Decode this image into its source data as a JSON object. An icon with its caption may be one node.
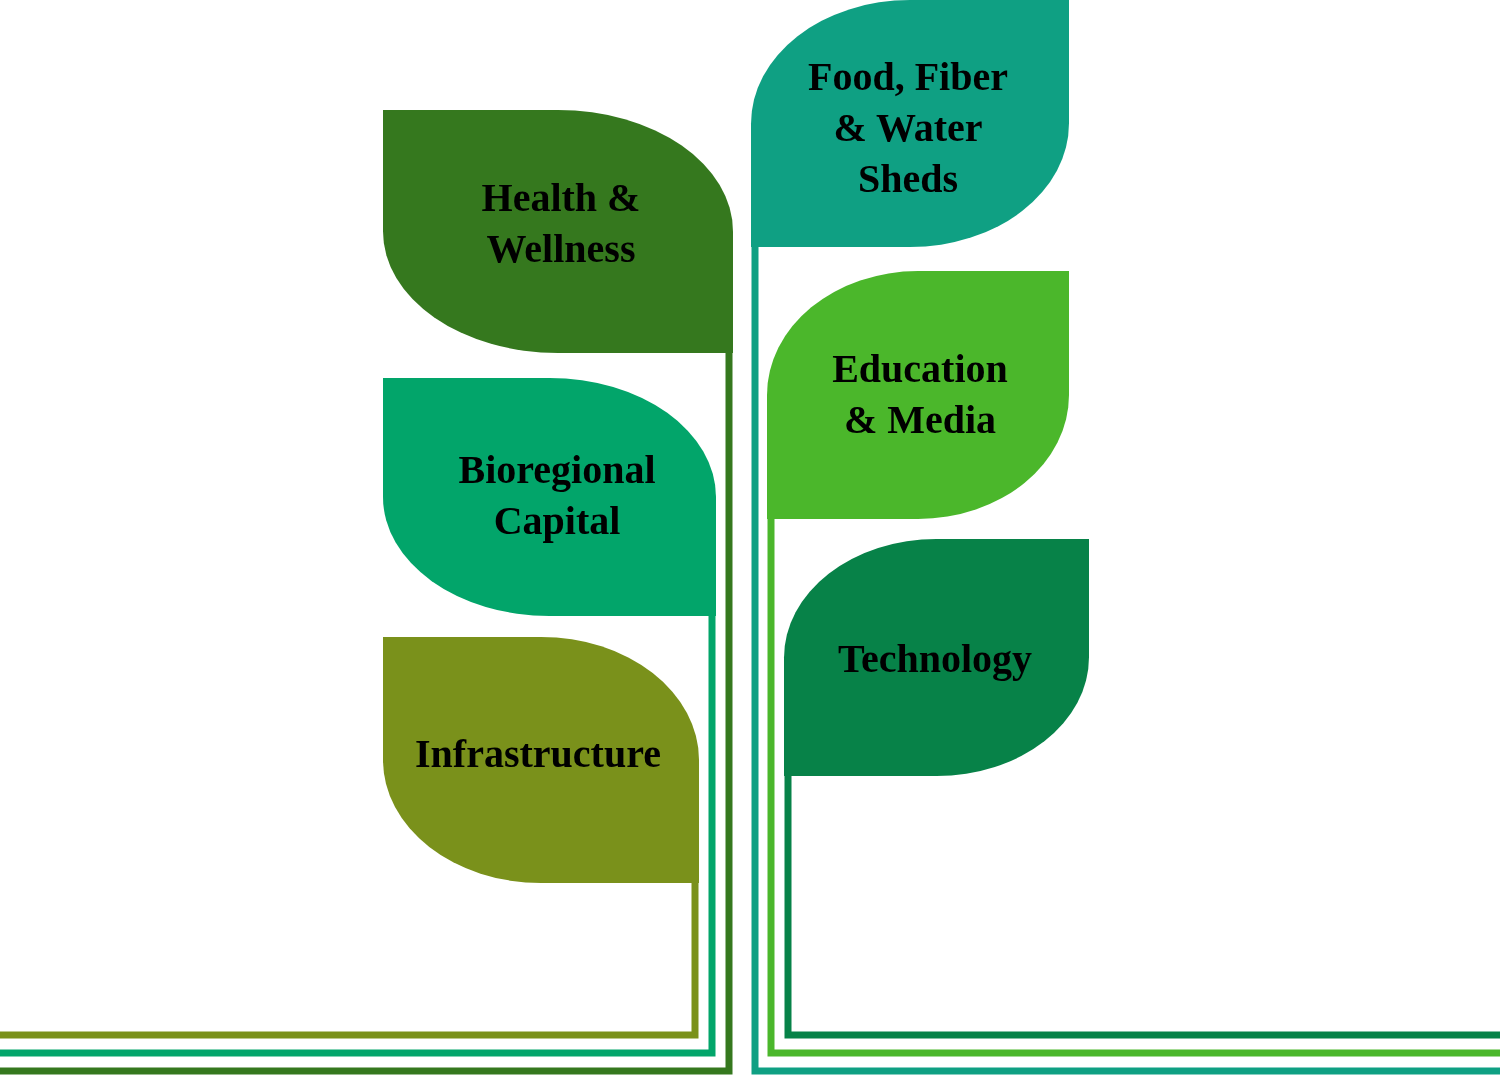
{
  "diagram": {
    "nodes": [
      {
        "text": [
          "Health & Wellness"
        ]
      },
      {
        "text": [
          "Bioregional Capital"
        ]
      },
      {
        "text": [
          "Infrastructure"
        ]
      },
      {
        "text": [
          "Food, Fiber & Water Sheds"
        ]
      },
      {
        "text": [
          "Education & Media"
        ]
      },
      {
        "text": [
          "Technology"
        ]
      }
    ],
    "edges": [
      {
        "from": 0,
        "to": null,
        "arrow": "none",
        "color": "#35781e"
      },
      {
        "from": 1,
        "to": null,
        "arrow": "none",
        "color": "#02a56a"
      },
      {
        "from": 2,
        "to": null,
        "arrow": "none",
        "color": "#7a911b"
      },
      {
        "from": 3,
        "to": null,
        "arrow": "none",
        "color": "#0fa083"
      },
      {
        "from": 4,
        "to": null,
        "arrow": "none",
        "color": "#4bb72b"
      },
      {
        "from": 5,
        "to": null,
        "arrow": "none",
        "color": "#078248"
      }
    ]
  }
}
